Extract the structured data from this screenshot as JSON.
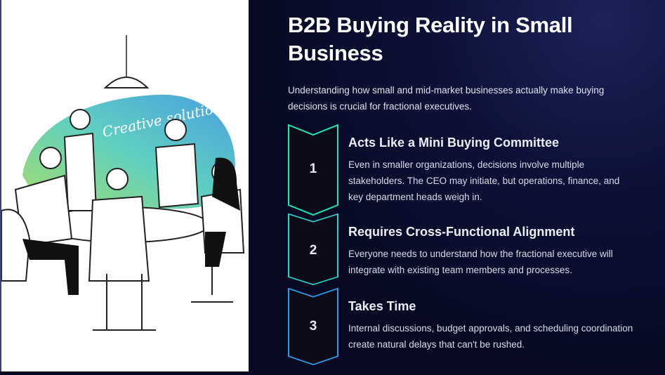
{
  "illustration": {
    "caption": "Creative solutions"
  },
  "title": "B2B Buying Reality in Small Business",
  "intro": "Understanding how small and mid-market businesses actually make buying decisions is crucial for fractional executives.",
  "steps": [
    {
      "number": "1",
      "title": "Acts Like a Mini Buying Committee",
      "text": "Even in smaller organizations, decisions involve multiple stakeholders. The CEO may initiate, but operations, finance, and key department heads weigh in.",
      "color": "#1de9b6"
    },
    {
      "number": "2",
      "title": "Requires Cross-Functional Alignment",
      "text": "Everyone needs to understand how the fractional executive will integrate with existing team members and processes.",
      "color": "#26d6c8"
    },
    {
      "number": "3",
      "title": "Takes Time",
      "text": "Internal discussions, budget approvals, and scheduling coordination create natural delays that can't be rushed.",
      "color": "#2f9be8"
    }
  ]
}
